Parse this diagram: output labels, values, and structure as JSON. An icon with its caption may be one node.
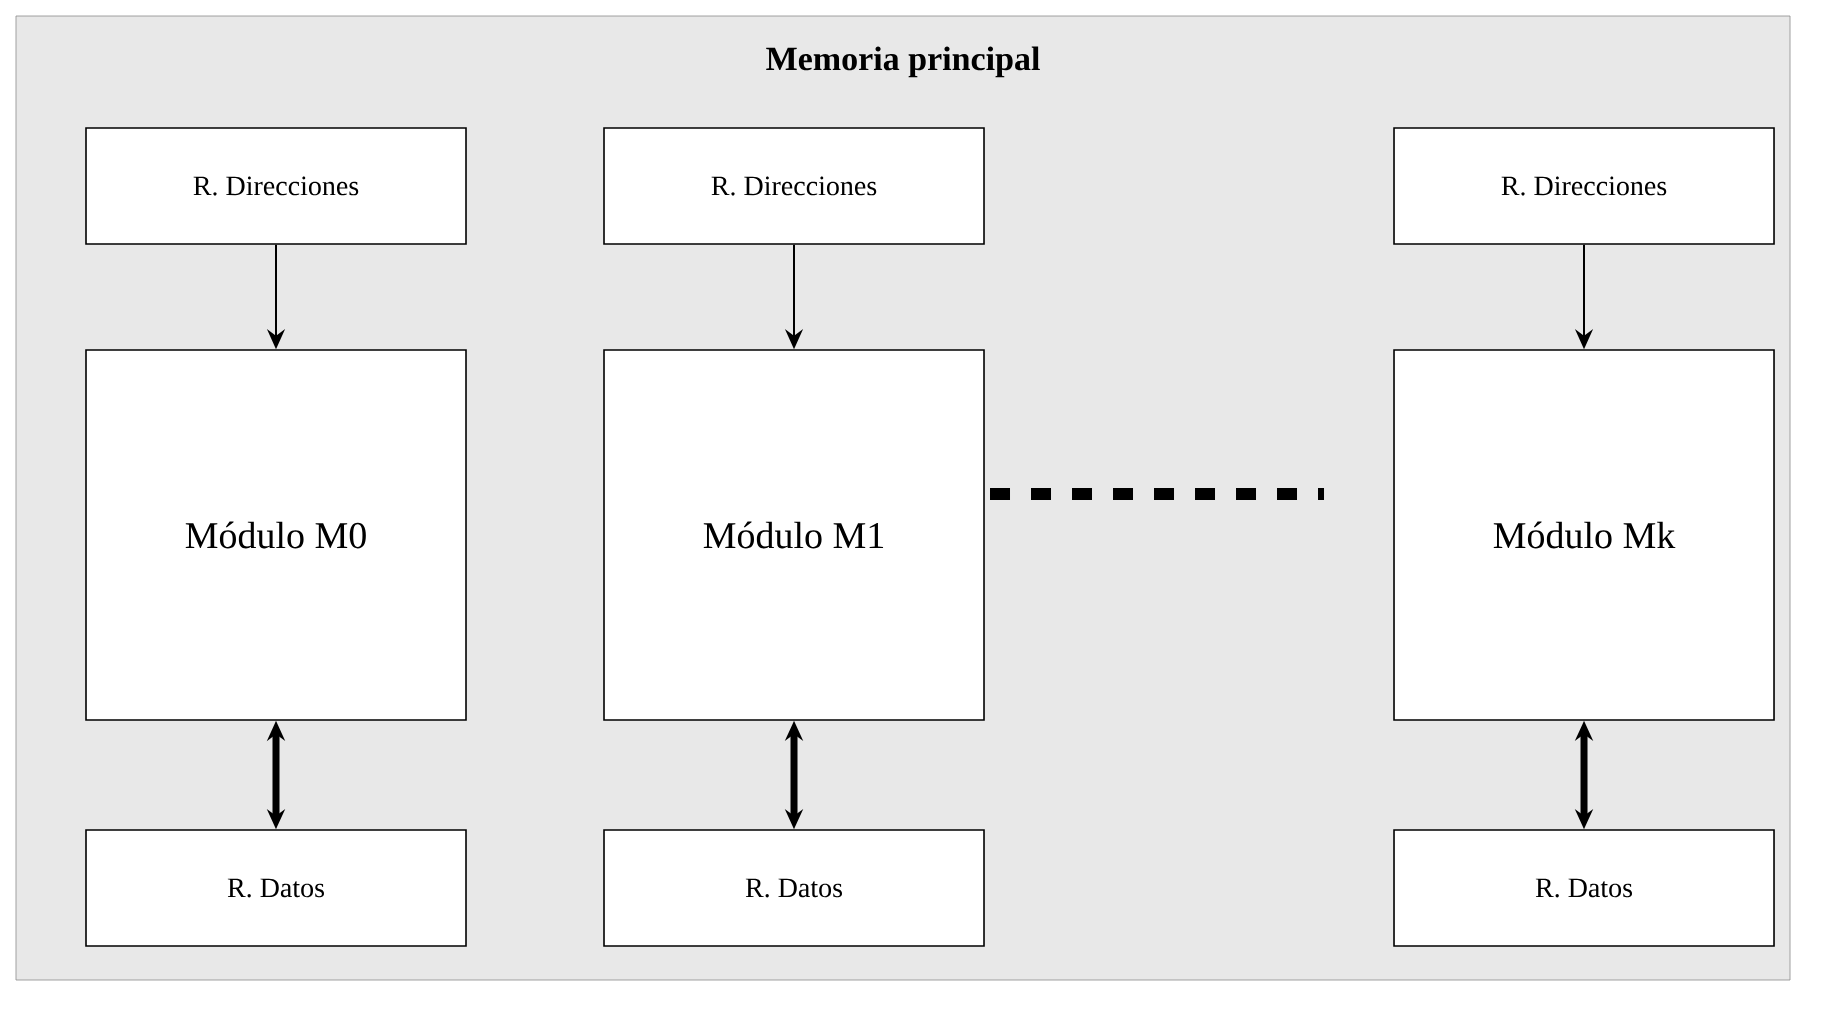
{
  "diagram": {
    "nodes": [
      {
        "text": [
          "Memoria principal"
        ]
      },
      {
        "text": [
          "R. Direcciones"
        ],
        "in": 0
      },
      {
        "text": [
          "Módulo M0"
        ],
        "in": 0
      },
      {
        "text": [
          "R. Datos"
        ],
        "in": 0
      },
      {
        "text": [
          "R. Direcciones"
        ],
        "in": 0
      },
      {
        "text": [
          "Módulo M1"
        ],
        "in": 0
      },
      {
        "text": [
          "R. Datos"
        ],
        "in": 0
      },
      {
        "text": [
          "R. Direcciones"
        ],
        "in": 0
      },
      {
        "text": [
          "Módulo Mk"
        ],
        "in": 0
      },
      {
        "text": [
          "R. Datos"
        ],
        "in": 0
      }
    ],
    "edges": [
      {
        "from": 1,
        "to": 2,
        "arrow": "to"
      },
      {
        "from": 2,
        "to": 3,
        "arrow": "both",
        "style": "thick"
      },
      {
        "from": 4,
        "to": 5,
        "arrow": "to"
      },
      {
        "from": 5,
        "to": 6,
        "arrow": "both",
        "style": "thick"
      },
      {
        "from": 7,
        "to": 8,
        "arrow": "to"
      },
      {
        "from": 8,
        "to": 9,
        "arrow": "both",
        "style": "thick"
      }
    ]
  }
}
